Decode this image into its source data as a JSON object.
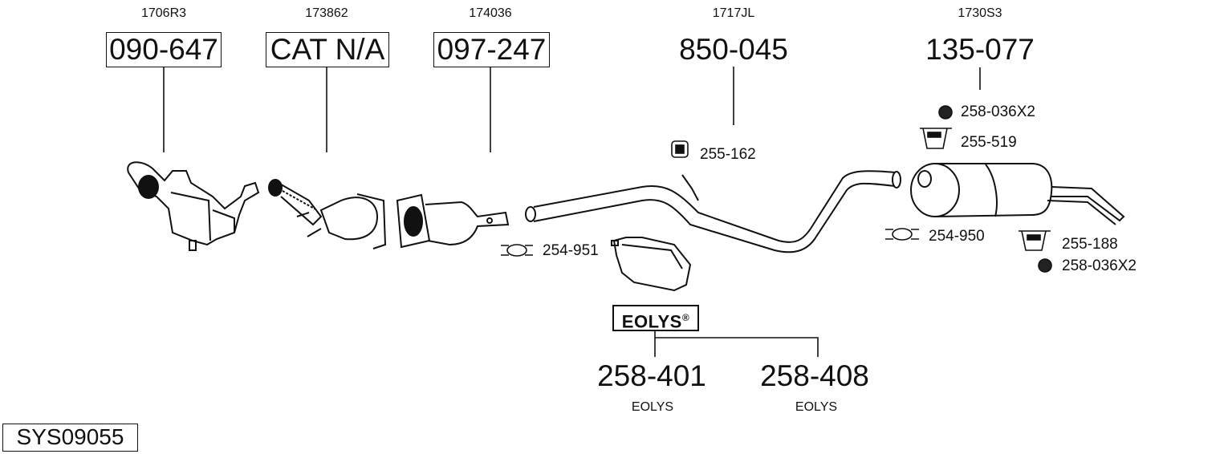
{
  "diagram_id": "SYS09055",
  "parts": [
    {
      "oem": "1706R3",
      "code": "090-647"
    },
    {
      "oem": "173862",
      "code": "CAT N/A"
    },
    {
      "oem": "174036",
      "code": "097-247"
    },
    {
      "oem": "1717JL",
      "code": "850-045"
    },
    {
      "oem": "1730S3",
      "code": "135-077"
    }
  ],
  "accessories": {
    "a1": "258-036X2",
    "a2": "255-519",
    "a3": "255-162",
    "a4": "254-951",
    "a5": "254-950",
    "a6": "255-188",
    "a7": "258-036X2"
  },
  "eolys": {
    "logo": "EOLYS",
    "reg": "®",
    "items": [
      {
        "code": "258-401",
        "label": "EOLYS"
      },
      {
        "code": "258-408",
        "label": "EOLYS"
      }
    ]
  }
}
